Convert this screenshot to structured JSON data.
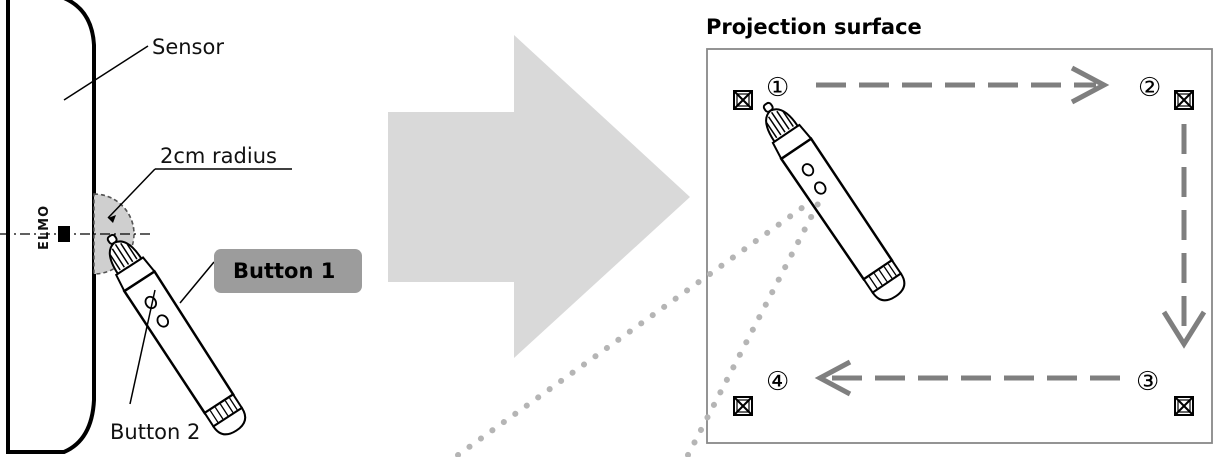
{
  "left_panel": {
    "sensor_label": "Sensor",
    "radius_label": "2cm radius",
    "button1_label": "Button 1",
    "button2_label": "Button 2",
    "logo_text": "ELMO"
  },
  "right_panel": {
    "title": "Projection surface",
    "markers": [
      "①",
      "②",
      "③",
      "④"
    ]
  },
  "colors": {
    "arrow_big": "#d9d9d9",
    "arrow_dash": "#7f7f7f",
    "button1_bg": "#9c9c9c",
    "dotted_line": "#b5b5b5",
    "frame": "#888888"
  },
  "icons": [
    "target-x-icon",
    "pen-icon",
    "sensor-unit",
    "right-arrow-icon"
  ]
}
